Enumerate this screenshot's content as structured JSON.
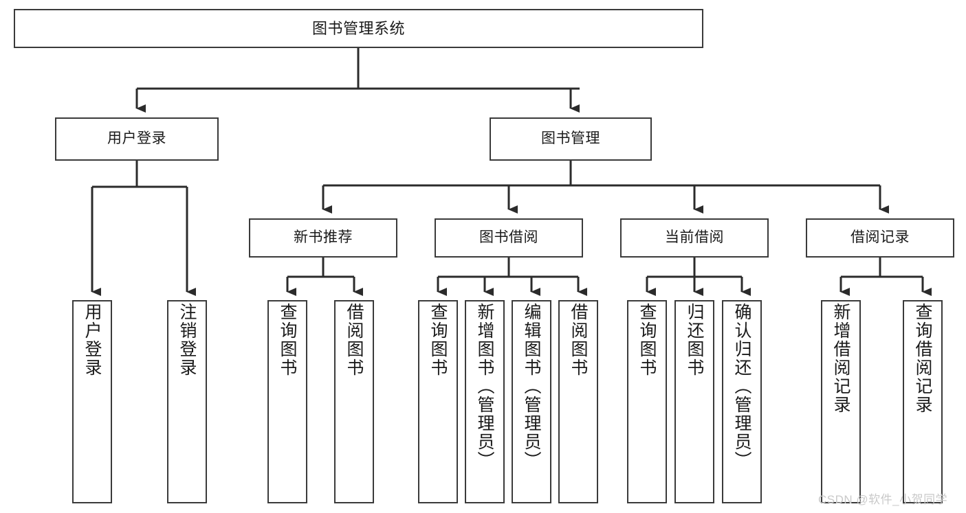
{
  "diagram": {
    "title": "图书管理系统",
    "type": "tree",
    "nodes": {
      "root": {
        "label": "图书管理系统"
      },
      "level2": [
        {
          "id": "user-login",
          "label": "用户登录"
        },
        {
          "id": "book-management",
          "label": "图书管理"
        }
      ],
      "level3": [
        {
          "id": "new-book-recommend",
          "label": "新书推荐"
        },
        {
          "id": "book-borrow",
          "label": "图书借阅"
        },
        {
          "id": "current-borrow",
          "label": "当前借阅"
        },
        {
          "id": "borrow-record",
          "label": "借阅记录"
        }
      ],
      "leaves": {
        "user-login": [
          {
            "id": "leaf-user-login",
            "label": "用户登录"
          },
          {
            "id": "leaf-logout-login",
            "label": "注销登录"
          }
        ],
        "new-book-recommend": [
          {
            "id": "leaf-query-book-1",
            "label": "查询图书"
          },
          {
            "id": "leaf-borrow-book-1",
            "label": "借阅图书"
          }
        ],
        "book-borrow": [
          {
            "id": "leaf-query-book-2",
            "label": "查询图书"
          },
          {
            "id": "leaf-add-book",
            "label": "新增图书（管理员）"
          },
          {
            "id": "leaf-edit-book",
            "label": "编辑图书（管理员）"
          },
          {
            "id": "leaf-borrow-book-2",
            "label": "借阅图书"
          }
        ],
        "current-borrow": [
          {
            "id": "leaf-query-book-3",
            "label": "查询图书"
          },
          {
            "id": "leaf-return-book",
            "label": "归还图书"
          },
          {
            "id": "leaf-confirm-return",
            "label": "确认归还（管理员）"
          }
        ],
        "borrow-record": [
          {
            "id": "leaf-add-record",
            "label": "新增借阅记录"
          },
          {
            "id": "leaf-query-record",
            "label": "查询借阅记录"
          }
        ]
      }
    },
    "colors": {
      "box_border": "#3a3a3a",
      "box_fill": "#ffffff",
      "connector": "#2b2b2b",
      "text": "#1a1a1a",
      "watermark": "#c9c9c9"
    }
  },
  "watermark": {
    "text": "CSDN @软件_小贺同学"
  }
}
